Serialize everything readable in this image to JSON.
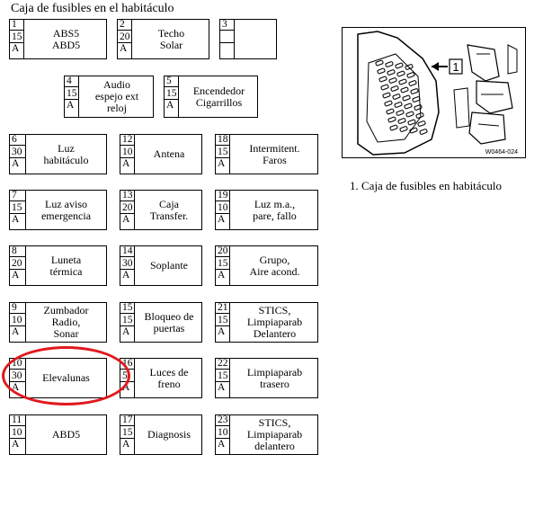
{
  "title": "Caja de fusibles en el habitáculo",
  "caption": "1. Caja de fusibles en habitáculo",
  "diagram": {
    "callout": "1",
    "code": "W0464-024"
  },
  "highlight_color": "#e0191f",
  "fuses": [
    {
      "num": "1",
      "amp": "15",
      "unit": "A",
      "lines": [
        "ABS5",
        "ABD5"
      ]
    },
    {
      "num": "2",
      "amp": "20",
      "unit": "A",
      "lines": [
        "Techo",
        "Solar"
      ]
    },
    {
      "num": "3",
      "amp": "",
      "unit": "",
      "lines": []
    },
    {
      "num": "4",
      "amp": "15",
      "unit": "A",
      "lines": [
        "Audio",
        "espejo ext",
        "reloj"
      ]
    },
    {
      "num": "5",
      "amp": "15",
      "unit": "A",
      "lines": [
        "Encendedor",
        "Cigarrillos"
      ]
    },
    {
      "num": "6",
      "amp": "30",
      "unit": "A",
      "lines": [
        "Luz",
        "habitáculo"
      ]
    },
    {
      "num": "12",
      "amp": "10",
      "unit": "A",
      "lines": [
        "Antena"
      ]
    },
    {
      "num": "18",
      "amp": "15",
      "unit": "A",
      "lines": [
        "Intermitent.",
        "Faros"
      ]
    },
    {
      "num": "7",
      "amp": "15",
      "unit": "A",
      "lines": [
        "Luz aviso",
        "emergencia"
      ]
    },
    {
      "num": "13",
      "amp": "20",
      "unit": "A",
      "lines": [
        "Caja",
        "Transfer."
      ]
    },
    {
      "num": "19",
      "amp": "10",
      "unit": "A",
      "lines": [
        "Luz m.a.,",
        "pare, fallo"
      ]
    },
    {
      "num": "8",
      "amp": "20",
      "unit": "A",
      "lines": [
        "Luneta",
        "térmica"
      ]
    },
    {
      "num": "14",
      "amp": "30",
      "unit": "A",
      "lines": [
        "Soplante"
      ]
    },
    {
      "num": "20",
      "amp": "15",
      "unit": "A",
      "lines": [
        "Grupo,",
        "Aire acond."
      ]
    },
    {
      "num": "9",
      "amp": "10",
      "unit": "A",
      "lines": [
        "Zumbador",
        "Radio,",
        "Sonar"
      ]
    },
    {
      "num": "15",
      "amp": "15",
      "unit": "A",
      "lines": [
        "Bloqueo de",
        "puertas"
      ]
    },
    {
      "num": "21",
      "amp": "15",
      "unit": "A",
      "lines": [
        "STICS,",
        "Limpiaparab",
        "Delantero"
      ]
    },
    {
      "num": "10",
      "amp": "30",
      "unit": "A",
      "lines": [
        "Elevalunas"
      ]
    },
    {
      "num": "16",
      "amp": "5",
      "unit": "A",
      "lines": [
        "Luces de",
        "freno"
      ]
    },
    {
      "num": "22",
      "amp": "15",
      "unit": "A",
      "lines": [
        "Limpiaparab",
        "trasero"
      ]
    },
    {
      "num": "11",
      "amp": "10",
      "unit": "A",
      "lines": [
        "ABD5"
      ]
    },
    {
      "num": "17",
      "amp": "15",
      "unit": "A",
      "lines": [
        "Diagnosis"
      ]
    },
    {
      "num": "23",
      "amp": "10",
      "unit": "A",
      "lines": [
        "STICS,",
        "Limpiaparab",
        "delantero"
      ]
    }
  ]
}
